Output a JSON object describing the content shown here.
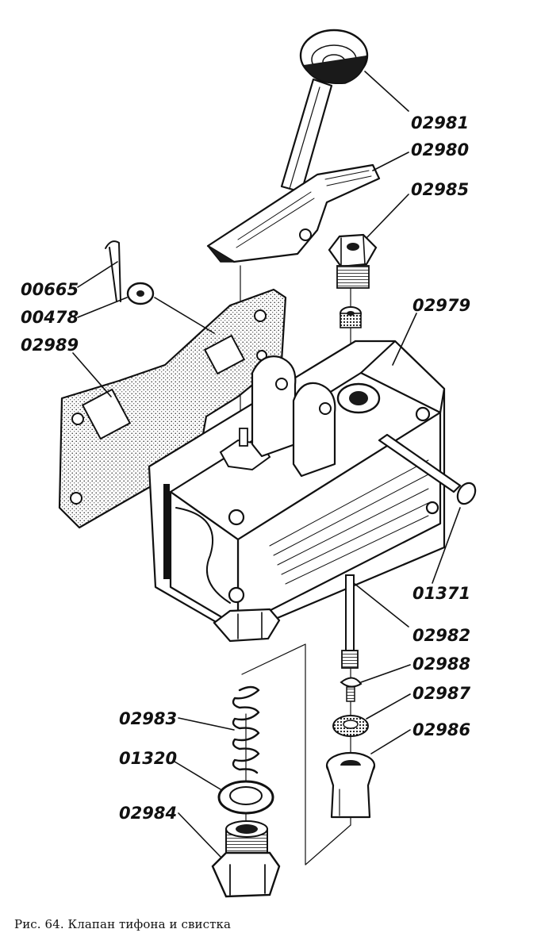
{
  "figure": {
    "caption": "Рис. 64. Клапан тифона и свистка"
  },
  "labels": {
    "l02981": "02981",
    "l02980": "02980",
    "l02985": "02985",
    "l02979": "02979",
    "l00665": "00665",
    "l00478": "00478",
    "l02989": "02989",
    "l01371": "01371",
    "l02982": "02982",
    "l02988": "02988",
    "l02987": "02987",
    "l02986": "02986",
    "l02983": "02983",
    "l01320": "01320",
    "l02984": "02984"
  }
}
